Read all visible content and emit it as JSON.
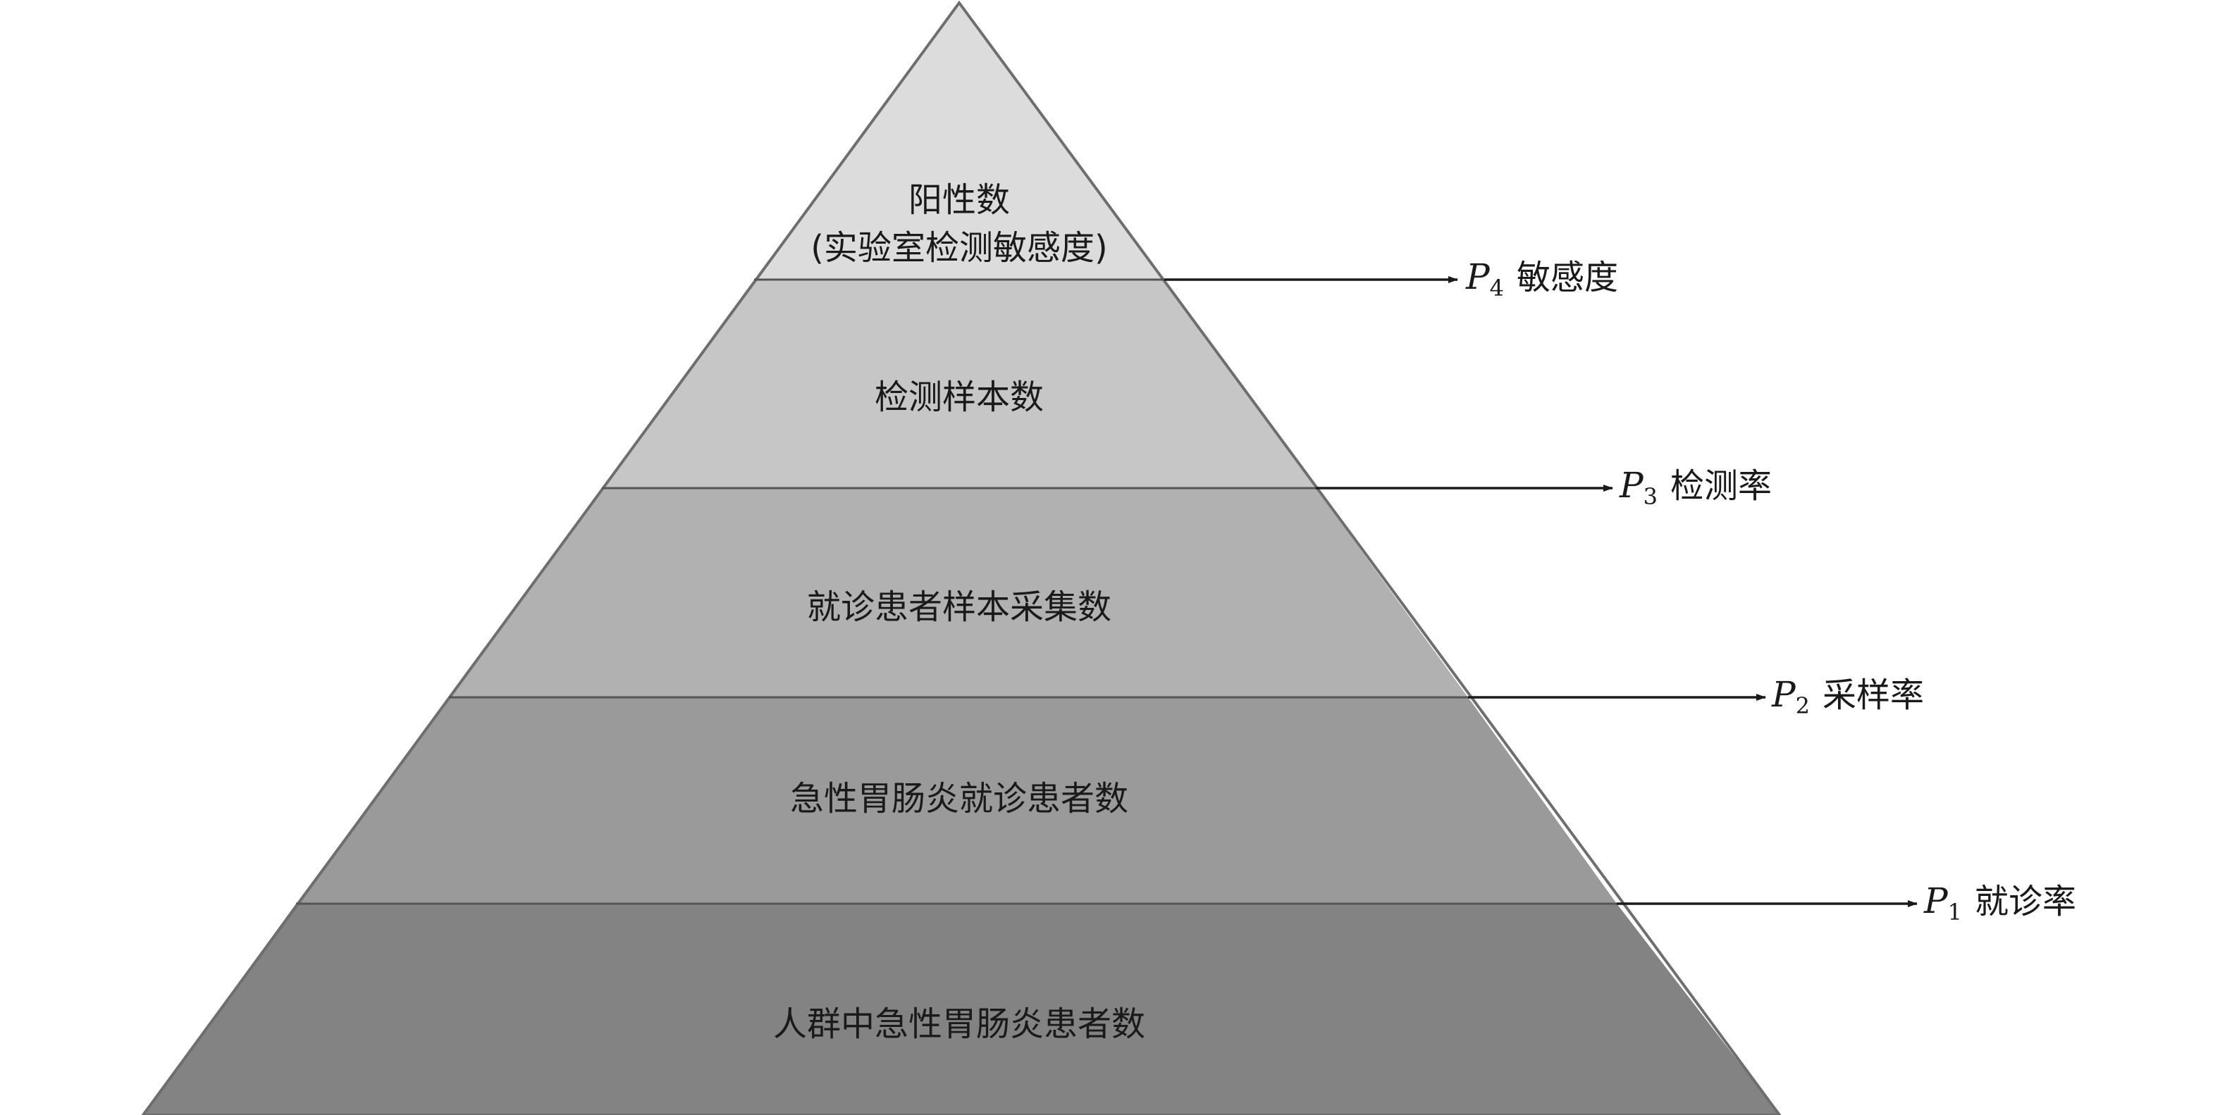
{
  "layers": [
    {
      "label_line1": "阳性数",
      "label_line2": "(实验室检测敏感度)",
      "fill": "#dcdcdc"
    },
    {
      "label": "检测样本数",
      "fill": "#c6c6c6"
    },
    {
      "label": "就诊患者样本采集数",
      "fill": "#b1b1b1"
    },
    {
      "label": "急性胃肠炎就诊患者数",
      "fill": "#9a9a9a"
    },
    {
      "label": "人群中急性胃肠炎患者数",
      "fill": "#838383"
    }
  ],
  "arrows": [
    {
      "letter": "P",
      "subscript": "4",
      "label": "敏感度"
    },
    {
      "letter": "P",
      "subscript": "3",
      "label": "检测率"
    },
    {
      "letter": "P",
      "subscript": "2",
      "label": "采样率"
    },
    {
      "letter": "P",
      "subscript": "1",
      "label": "就诊率"
    }
  ],
  "colors": {
    "outline": "#6e6e6e",
    "arrow": "#1a1a1a"
  }
}
